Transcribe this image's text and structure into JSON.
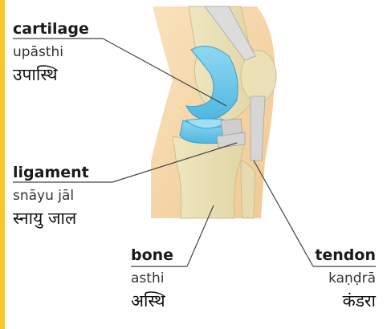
{
  "labels": {
    "cartilage": {
      "english": "cartilage",
      "transliteration": "upāsthi",
      "hindi": "उपास्थि"
    },
    "ligament": {
      "english": "ligament",
      "transliteration": "snāyu jāl",
      "hindi": "स्नायु जाल"
    },
    "bone": {
      "english": "bone",
      "transliteration": "asthi",
      "hindi": "अस्थि"
    },
    "tendon": {
      "english": "tendon",
      "transliteration": "kaṇḍrā",
      "hindi": "कंडरा"
    }
  },
  "colors": {
    "accent_bar": "#f7c52e",
    "cartilage": "#6cc8ea",
    "bone": "#efe7c3",
    "background_tissue": "#f6d7a8",
    "ligament": "#d9d9d9",
    "leader_line": "#444444"
  }
}
